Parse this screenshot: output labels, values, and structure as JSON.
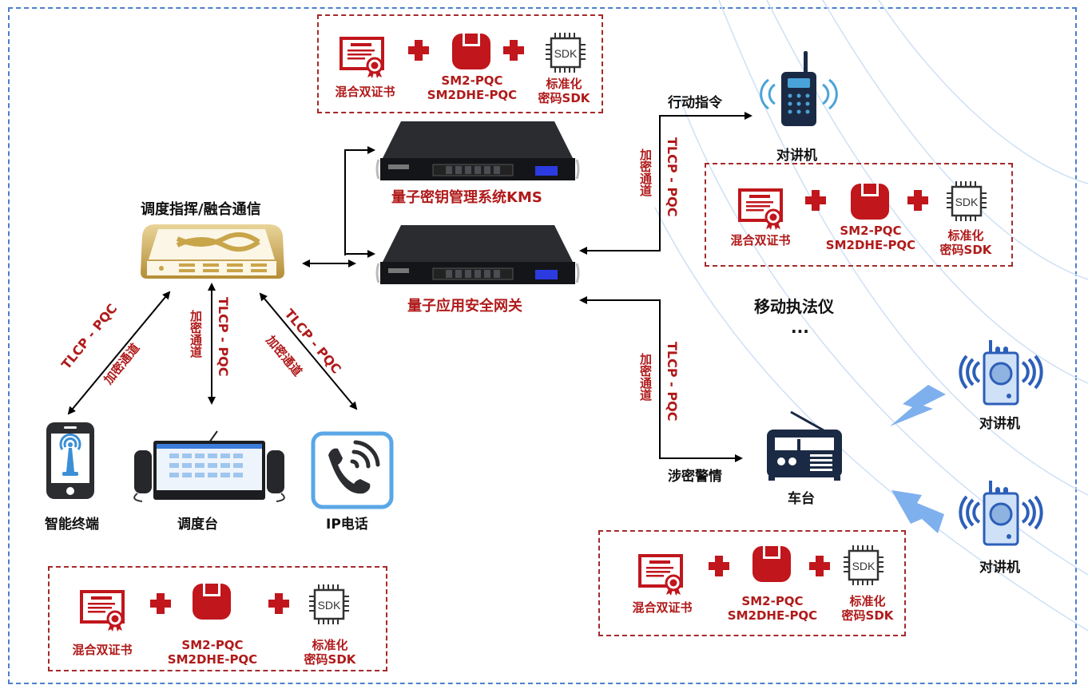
{
  "colors": {
    "accent_red": "#b01a1a",
    "frame_blue": "#4a7fd0",
    "icon_navy": "#1b2a44",
    "icon_blue": "#4aa3d8",
    "gold": "#c9a54a"
  },
  "kit": {
    "cert_label": "混合双证书",
    "algo_line1": "SM2-PQC",
    "algo_line2": "SM2DHE-PQC",
    "sdk_line1": "标准化",
    "sdk_line2": "密码SDK",
    "sdk_chip_text": "SDK",
    "icons": [
      "certificate-icon",
      "plus-icon",
      "key-lock-icon",
      "plus-icon",
      "sdk-chip-icon"
    ]
  },
  "center": {
    "kms_label": "量子密钥管理系统KMS",
    "gateway_label": "量子应用安全网关",
    "dispatch_label": "调度指挥/融合通信"
  },
  "channel": {
    "protocol": "TLCP - PQC",
    "encrypted": "加密通道"
  },
  "terminals": {
    "smart": "智能终端",
    "console": "调度台",
    "ipphone": "IP电话"
  },
  "right": {
    "action_cmd": "行动指令",
    "walkie_top": "对讲机",
    "mobile_law": "移动执法仪",
    "ellipsis": "...",
    "alert": "涉密警情",
    "vehicle": "车台",
    "walkie_a": "对讲机",
    "walkie_b": "对讲机"
  }
}
